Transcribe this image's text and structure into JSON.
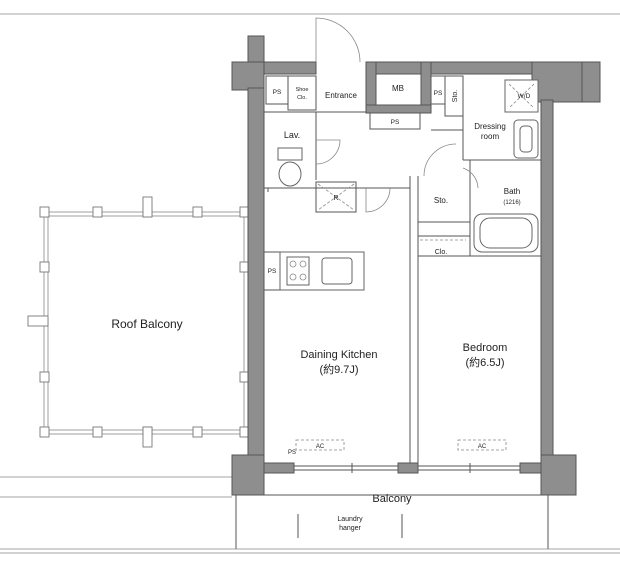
{
  "rooms": {
    "entrance": "Entrance",
    "shoe_clo_line1": "Shoe",
    "shoe_clo_line2": "Clo.",
    "mb": "MB",
    "lav": "Lav.",
    "sto_vertical": "Sto.",
    "sto": "Sto.",
    "wd": "W/D",
    "dressing_line1": "Dressing",
    "dressing_line2": "room",
    "bath": "Bath",
    "bath_size": "(1216)",
    "clo": "Clo.",
    "r": "R",
    "roof_balcony": "Roof Balcony",
    "kitchen_line1": "Daining Kitchen",
    "kitchen_line2": "(約9.7J)",
    "bedroom_line1": "Bedroom",
    "bedroom_line2": "(約6.5J)",
    "balcony": "Balcony",
    "laundry_line1": "Laundry",
    "laundry_line2": "hanger",
    "ac": "AC"
  },
  "ps_labels": [
    "PS",
    "PS",
    "PS",
    "PS",
    "PS"
  ]
}
